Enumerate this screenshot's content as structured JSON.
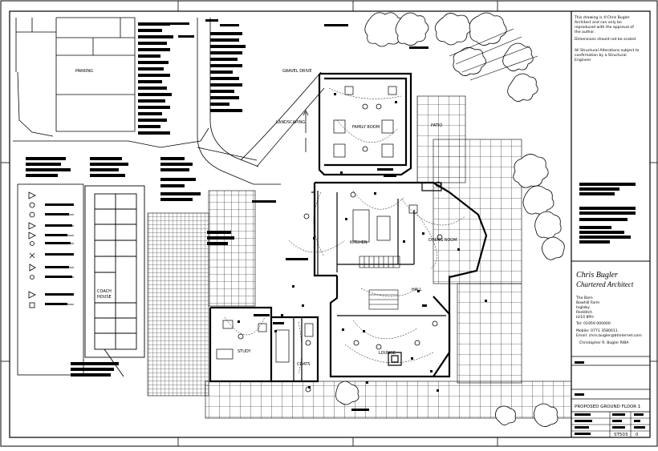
{
  "drawing": {
    "room_labels": {
      "parking": "PARKING",
      "gravel_drive": "GRAVEL DRIVE",
      "landscaping": "LANDSCAPING",
      "family_room": "FAMILY ROOM",
      "patio": "PATIO",
      "kitchen": "KITCHEN",
      "dining_room": "DINING ROOM",
      "hall": "HALL",
      "study": "STUDY",
      "coats": "COATS",
      "lounge": "LOUNGE",
      "coach_house_1": "COACH",
      "coach_house_2": "HOUSE"
    },
    "notes": {
      "copyright_1": "This drawing is ©Chris Bugler",
      "copyright_2": "Architect and can only be",
      "copyright_3": "reproduced with the approval of",
      "copyright_4": "the author.",
      "dimensions": "Dimensions should not be scaled.",
      "structural_1": "All Structural Alterations subject to",
      "structural_2": "confirmation by a Structural",
      "structural_3": "Engineer"
    },
    "title_block": {
      "firm_name": "Chris Bugler",
      "firm_title": "Chartered Architect",
      "address_1": "The Barn",
      "address_2": "Bowhill Farm",
      "address_3": "Ingleby",
      "address_4": "Redditch",
      "address_5": "LV10 8PH",
      "tel": "Tel: 01959 000000",
      "mobile": "Mobile: 0771 3580011",
      "email": "Email: chris.bugler@btinternet.com",
      "signatory": "Christopher R. Bugler RIBA",
      "drawing_title": "PROPOSED GROUND FLOOR 1",
      "drawing_number": "ST503",
      "revision": "0"
    }
  }
}
